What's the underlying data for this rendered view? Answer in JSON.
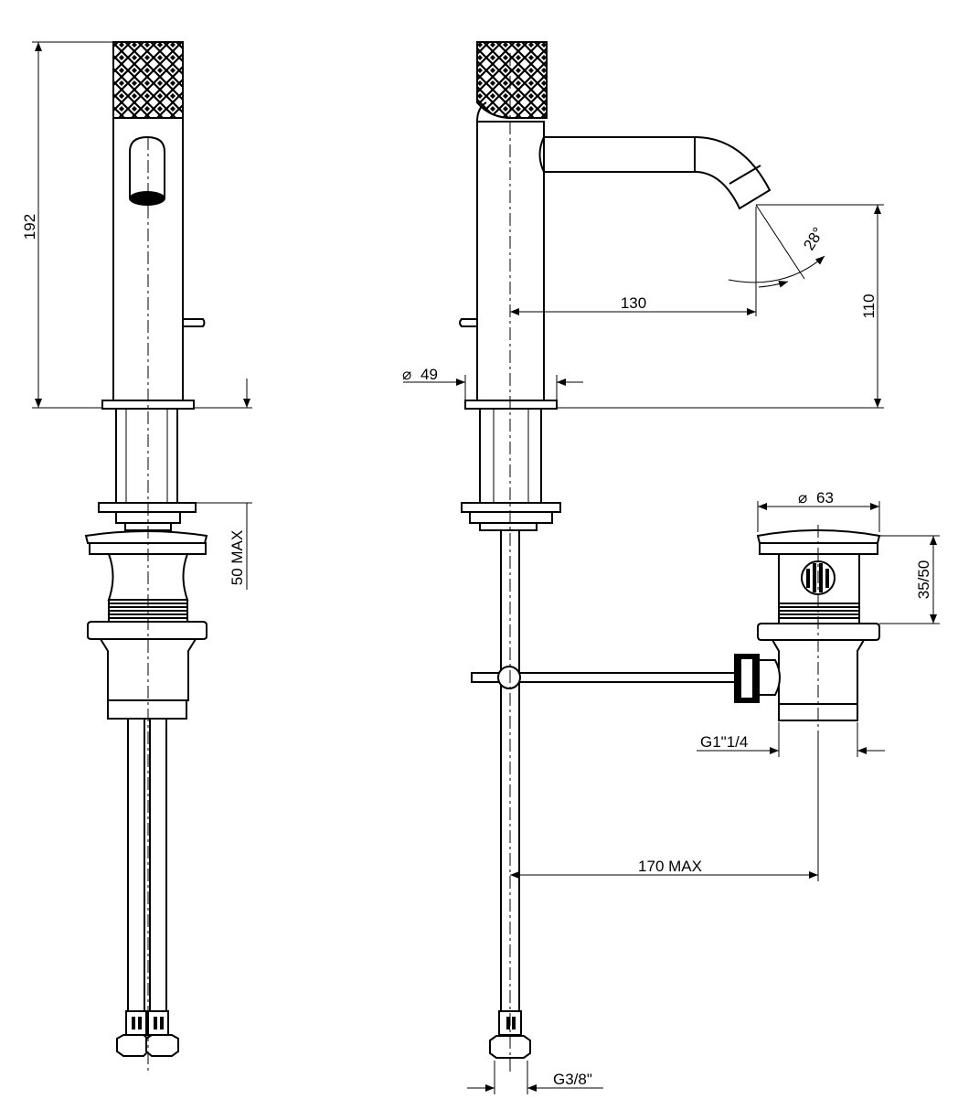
{
  "dimensions": {
    "height_total": "192",
    "under_deck": "50 MAX",
    "spout_diameter_label": "49",
    "spout_reach": "130",
    "spout_height": "110",
    "spout_angle": "28°",
    "waste_diameter": "63",
    "waste_height": "35/50",
    "waste_thread": "G1\"1/4",
    "rod_length": "170 MAX",
    "hose_thread": "G3/8\""
  },
  "symbols": {
    "diameter": "⌀"
  },
  "colors": {
    "line": "#000000",
    "background": "#ffffff"
  }
}
